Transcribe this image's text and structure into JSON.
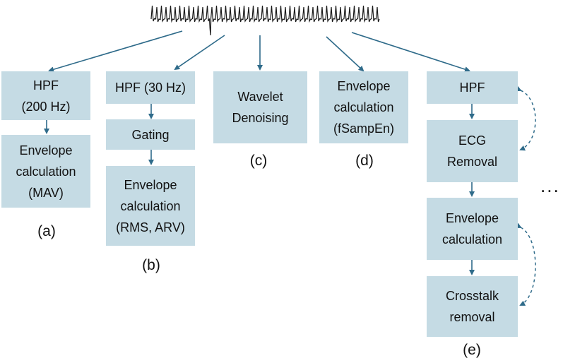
{
  "colors": {
    "box_fill": "#c5dbe4",
    "arrow": "#2f6b8a",
    "signal": "#1a1a1a"
  },
  "signal": {
    "icon": "emg-ecg-signal-trace-icon"
  },
  "pipelines": {
    "a": {
      "label": "(a)",
      "step1": {
        "line1": "HPF",
        "line2": "(200 Hz)"
      },
      "step2": {
        "line1": "Envelope",
        "line2": "calculation",
        "line3": "(MAV)"
      }
    },
    "b": {
      "label": "(b)",
      "step1": {
        "line1": "HPF (30 Hz)"
      },
      "step2": {
        "line1": "Gating"
      },
      "step3": {
        "line1": "Envelope",
        "line2": "calculation",
        "line3": "(RMS, ARV)"
      }
    },
    "c": {
      "label": "(c)",
      "step1": {
        "line1": "Wavelet",
        "line2": "Denoising"
      }
    },
    "d": {
      "label": "(d)",
      "step1": {
        "line1": "Envelope",
        "line2": "calculation",
        "line3": "(fSampEn)"
      }
    },
    "e": {
      "label": "(e)",
      "step1": {
        "line1": "HPF"
      },
      "step2": {
        "line1": "ECG",
        "line2": "Removal"
      },
      "step3": {
        "line1": "Envelope",
        "line2": "calculation"
      },
      "step4": {
        "line1": "Crosstalk",
        "line2": "removal"
      },
      "more": "..."
    }
  }
}
